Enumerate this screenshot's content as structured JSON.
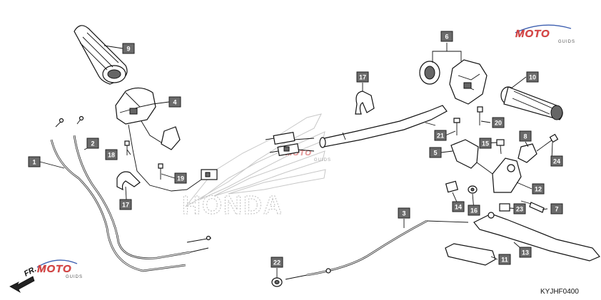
{
  "diagram": {
    "code": "KYJHF0400",
    "front_marker": "FR.",
    "watermark_brand": "HONDA",
    "logo": {
      "brand": "MOTO",
      "sub": "GUIDS"
    },
    "callouts": [
      "1",
      "2",
      "3",
      "4",
      "5",
      "6",
      "7",
      "8",
      "9",
      "10",
      "11",
      "12",
      "13",
      "14",
      "15",
      "16",
      "17",
      "17",
      "18",
      "19",
      "20",
      "21",
      "22",
      "23",
      "24"
    ],
    "colors": {
      "tag_fill": "#6b6b6b",
      "tag_text": "#ffffff",
      "line": "#111111",
      "logo": "#e04a4a"
    }
  }
}
